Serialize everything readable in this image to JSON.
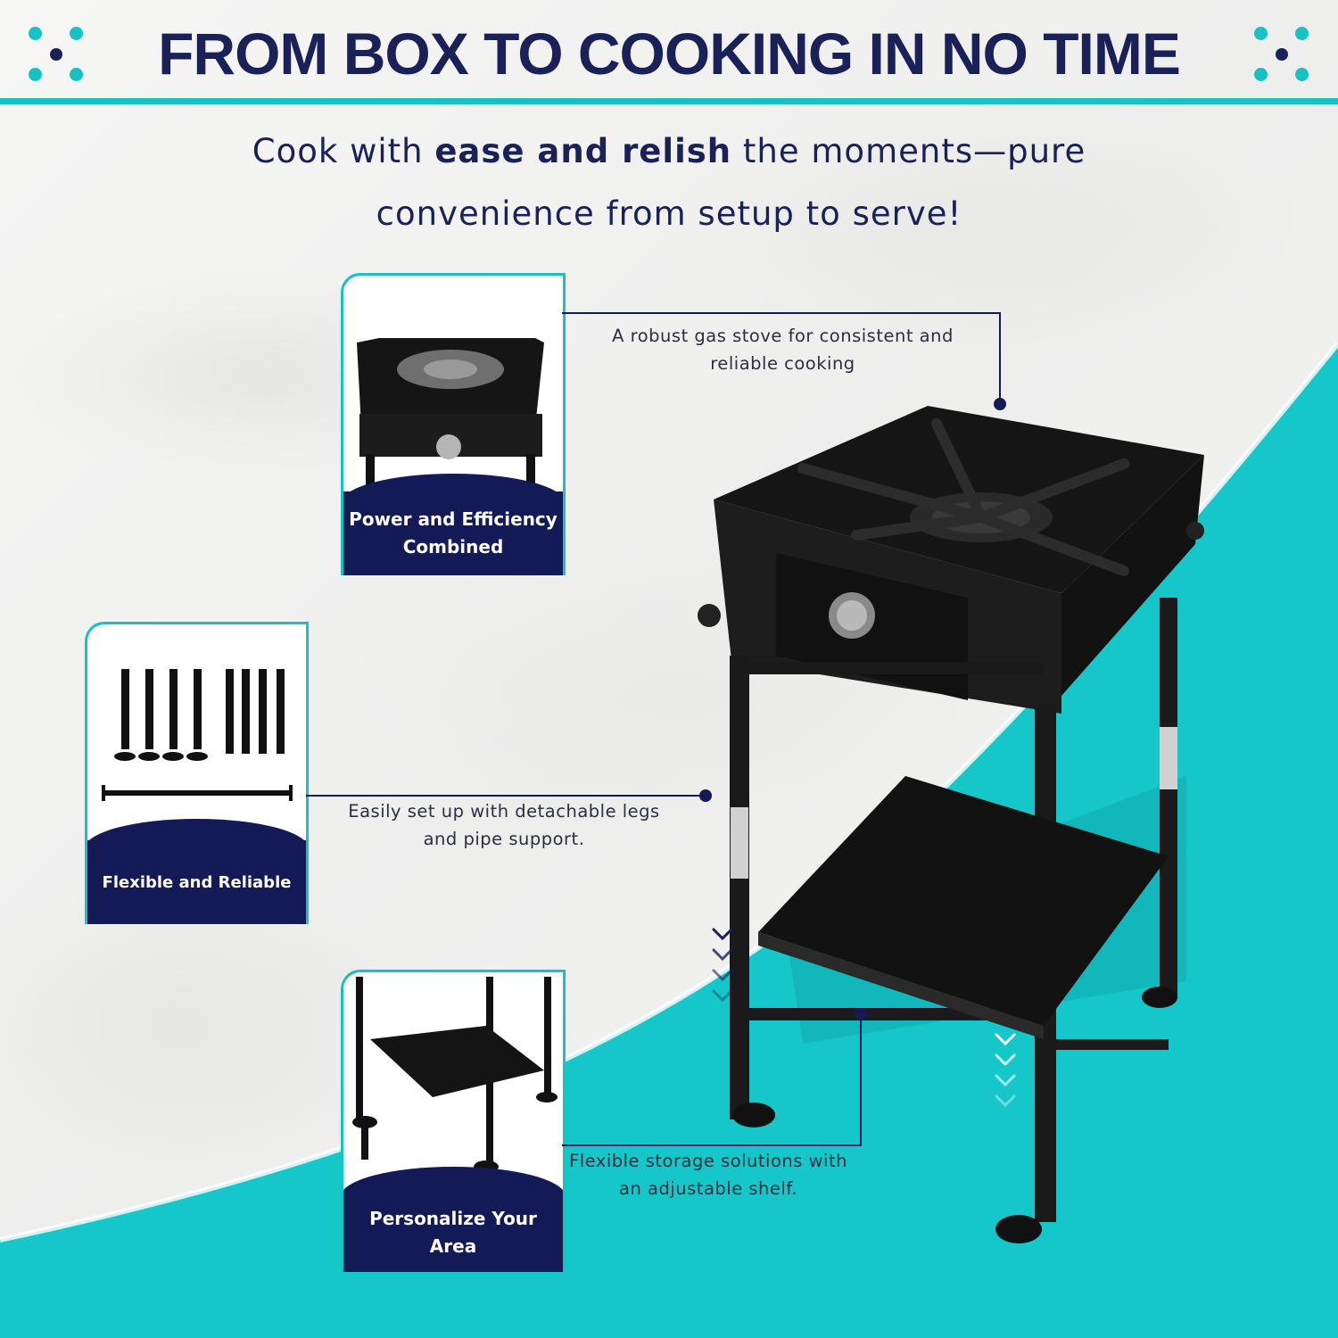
{
  "header": {
    "title": "FROM BOX TO COOKING IN NO TIME",
    "subtitle": {
      "part1": "Cook with ",
      "bold": "ease and relish",
      "part2": " the moments—pure",
      "line2": "convenience from setup to serve!"
    }
  },
  "features": [
    {
      "label_line1": "Power and Efficiency",
      "label_line2": "Combined",
      "callout_line1": "A robust gas stove for consistent and",
      "callout_line2": "reliable cooking"
    },
    {
      "label_line1": "Flexible and Reliable",
      "label_line2": "",
      "callout_line1": "Easily set up with detachable legs",
      "callout_line2": "and pipe support."
    },
    {
      "label_line1": "Personalize Your",
      "label_line2": "Area",
      "callout_line1": "Flexible storage solutions with",
      "callout_line2": "an adjustable shelf."
    }
  ],
  "colors": {
    "navy": "#131a56",
    "teal": "#17c1c4",
    "background": "#f3f3f2"
  },
  "icons": [
    "dots-pattern-icon",
    "dots-pattern-icon"
  ]
}
